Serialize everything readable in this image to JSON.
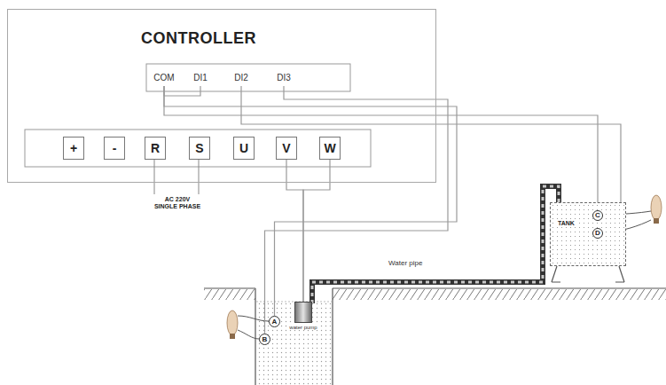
{
  "diagram": {
    "nodes": [
      {
        "text": [
          "CONTROLLER"
        ]
      },
      {
        "text": [
          "COM"
        ],
        "in": 0
      },
      {
        "text": [
          "DI1"
        ],
        "in": 0
      },
      {
        "text": [
          "DI2"
        ],
        "in": 0
      },
      {
        "text": [
          "DI3"
        ],
        "in": 0
      },
      {
        "text": [
          "+"
        ],
        "in": 0
      },
      {
        "text": [
          "-"
        ],
        "in": 0
      },
      {
        "text": [
          "R"
        ],
        "in": 0
      },
      {
        "text": [
          "S"
        ],
        "in": 0
      },
      {
        "text": [
          "U"
        ],
        "in": 0
      },
      {
        "text": [
          "V"
        ],
        "in": 0
      },
      {
        "text": [
          "W"
        ],
        "in": 0
      },
      {
        "text": [
          "water pump"
        ]
      },
      {
        "text": [
          "A"
        ]
      },
      {
        "text": [
          "B"
        ]
      },
      {
        "text": [
          "TANK"
        ]
      },
      {
        "text": [
          "C"
        ],
        "in": 15
      },
      {
        "text": [
          "D"
        ],
        "in": 15
      }
    ],
    "edges": [
      {
        "from": 1,
        "to": 2,
        "arrow": "none"
      },
      {
        "from": 10,
        "to": 12,
        "arrow": "none"
      },
      {
        "from": 11,
        "to": 12,
        "arrow": "none"
      },
      {
        "from": 1,
        "to": 13,
        "arrow": "none"
      },
      {
        "from": 4,
        "to": 14,
        "arrow": "none"
      },
      {
        "from": 1,
        "to": 16,
        "arrow": "none"
      },
      {
        "from": 3,
        "to": 17,
        "arrow": "none"
      }
    ],
    "labels": [
      "AC 220V SINGLE PHASE",
      "Water pipe"
    ]
  }
}
